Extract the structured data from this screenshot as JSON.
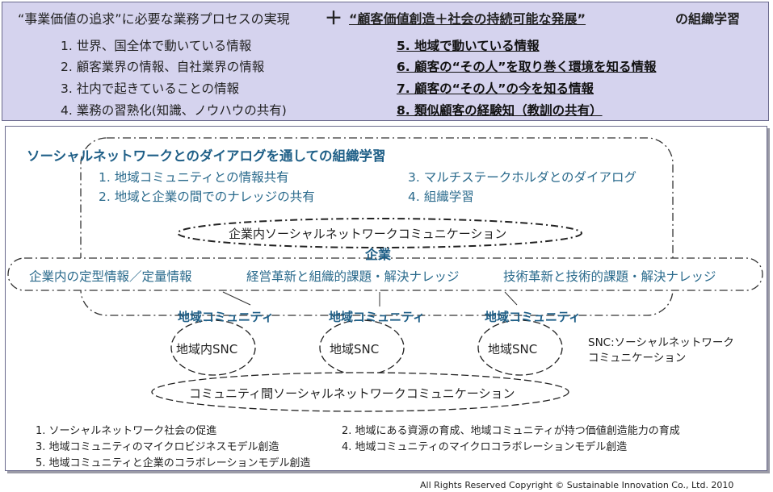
{
  "header": {
    "part1": "“事業価値の追求”に必要な業務プロセスの実現",
    "plus": "＋",
    "part2": "“顧客価値創造＋社会の持続可能な発展”",
    "part3": "の組織学習"
  },
  "info_left": [
    "1. 世界、国全体で動いている情報",
    "2. 顧客業界の情報、自社業界の情報",
    "3. 社内で起きていることの情報",
    "4. 業務の習熟化(知識、ノウハウの共有)"
  ],
  "info_right": [
    "5. 地域で動いている情報",
    "6. 顧客の“その人”を取り巻く環境を知る情報",
    "7. 顧客の“その人”の今を知る情報",
    "8. 類似顧客の経験知（教訓の共有）"
  ],
  "snc_learning": {
    "title": "ソーシャルネットワークとのダイアログを通しての組織学習",
    "items_left": [
      "1. 地域コミュニティとの情報共有",
      "2. 地域と企業の間でのナレッジの共有"
    ],
    "items_right": [
      "3. マルチステークホルダとのダイアログ",
      "4. 組織学習"
    ]
  },
  "internal_snc": "企業内ソーシャルネットワークコミュニケーション",
  "enterprise": {
    "label": "企業",
    "items": [
      "企業内の定型情報／定量情報",
      "経営革新と組織的課題・解決ナレッジ",
      "技術革新と技術的課題・解決ナレッジ"
    ]
  },
  "communities": [
    {
      "label": "地域コミュニティ",
      "snc": "地域内SNC"
    },
    {
      "label": "地域コミュニティ",
      "snc": "地域SNC"
    },
    {
      "label": "地域コミュニティ",
      "snc": "地域SNC"
    }
  ],
  "snc_note": [
    "SNC:ソーシャルネットワーク",
    "コミュニケーション"
  ],
  "inter_snc": "コミュニティ間ソーシャルネットワークコミュニケーション",
  "bottom_left": [
    "1. ソーシャルネットワーク社会の促進",
    "3. 地域コミュニティのマイクロビジネスモデル創造",
    "5. 地域コミュニティと企業のコラボレーションモデル創造"
  ],
  "bottom_right": [
    "2. 地域にある資源の育成、地域コミュニティが持つ価値創造能力の育成",
    "4. 地域コミュニティのマイクロコラボレーションモデル創造"
  ],
  "copyright": "All Rights Reserved Copyright © Sustainable Innovation Co., Ltd. 2010"
}
